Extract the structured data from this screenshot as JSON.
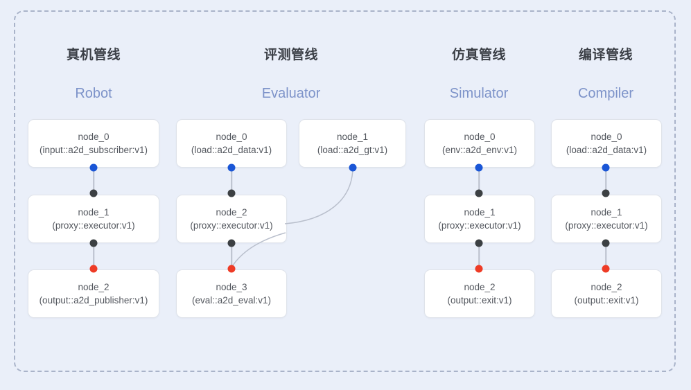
{
  "diagram": {
    "background_color": "#eaeff9",
    "frame_border_color": "#a9b3c9",
    "accent_color": "#7d93c9",
    "dot_colors": {
      "input": "#1a56d6",
      "middle": "#3c4043",
      "output": "#ee3b26"
    }
  },
  "columns": [
    {
      "title": "真机管线",
      "subtitle": "Robot",
      "nodes": [
        {
          "id": "node_0",
          "type": "(input::a2d_subscriber:v1)"
        },
        {
          "id": "node_1",
          "type": "(proxy::executor:v1)"
        },
        {
          "id": "node_2",
          "type": "(output::a2d_publisher:v1)"
        }
      ]
    },
    {
      "title": "评测管线",
      "subtitle": "Evaluator",
      "nodes": [
        {
          "id": "node_0",
          "type": "(load::a2d_data:v1)"
        },
        {
          "id": "node_1",
          "type": "(load::a2d_gt:v1)"
        },
        {
          "id": "node_2",
          "type": "(proxy::executor:v1)"
        },
        {
          "id": "node_3",
          "type": "(eval::a2d_eval:v1)"
        }
      ]
    },
    {
      "title": "仿真管线",
      "subtitle": "Simulator",
      "nodes": [
        {
          "id": "node_0",
          "type": "(env::a2d_env:v1)"
        },
        {
          "id": "node_1",
          "type": "(proxy::executor:v1)"
        },
        {
          "id": "node_2",
          "type": "(output::exit:v1)"
        }
      ]
    },
    {
      "title": "编译管线",
      "subtitle": "Compiler",
      "nodes": [
        {
          "id": "node_0",
          "type": "(load::a2d_data:v1)"
        },
        {
          "id": "node_1",
          "type": "(proxy::executor:v1)"
        },
        {
          "id": "node_2",
          "type": "(output::exit:v1)"
        }
      ]
    }
  ]
}
